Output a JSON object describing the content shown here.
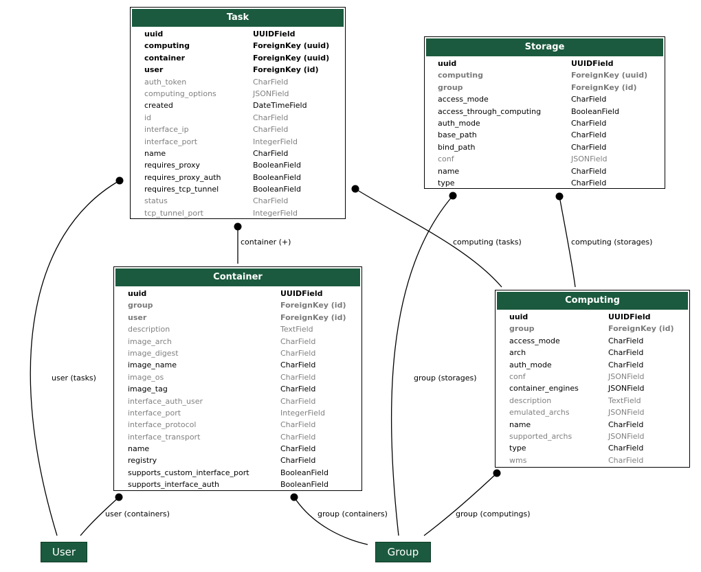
{
  "colors": {
    "header_bg": "#1b5a3e",
    "line": "#000000"
  },
  "models": {
    "task": {
      "title": "Task",
      "fields": [
        {
          "name": "uuid",
          "type": "UUIDField",
          "style": "fk-bold"
        },
        {
          "name": "computing",
          "type": "ForeignKey (uuid)",
          "style": "fk-bold"
        },
        {
          "name": "container",
          "type": "ForeignKey (uuid)",
          "style": "fk-bold"
        },
        {
          "name": "user",
          "type": "ForeignKey (id)",
          "style": "fk-bold"
        },
        {
          "name": "auth_token",
          "type": "CharField",
          "style": "grey"
        },
        {
          "name": "computing_options",
          "type": "JSONField",
          "style": "grey"
        },
        {
          "name": "created",
          "type": "DateTimeField",
          "style": "normal"
        },
        {
          "name": "id",
          "type": "CharField",
          "style": "grey"
        },
        {
          "name": "interface_ip",
          "type": "CharField",
          "style": "grey"
        },
        {
          "name": "interface_port",
          "type": "IntegerField",
          "style": "grey"
        },
        {
          "name": "name",
          "type": "CharField",
          "style": "normal"
        },
        {
          "name": "requires_proxy",
          "type": "BooleanField",
          "style": "normal"
        },
        {
          "name": "requires_proxy_auth",
          "type": "BooleanField",
          "style": "normal"
        },
        {
          "name": "requires_tcp_tunnel",
          "type": "BooleanField",
          "style": "normal"
        },
        {
          "name": "status",
          "type": "CharField",
          "style": "grey"
        },
        {
          "name": "tcp_tunnel_port",
          "type": "IntegerField",
          "style": "grey"
        }
      ]
    },
    "storage": {
      "title": "Storage",
      "fields": [
        {
          "name": "uuid",
          "type": "UUIDField",
          "style": "fk-bold"
        },
        {
          "name": "computing",
          "type": "ForeignKey (uuid)",
          "style": "bold-grey"
        },
        {
          "name": "group",
          "type": "ForeignKey (id)",
          "style": "bold-grey"
        },
        {
          "name": "access_mode",
          "type": "CharField",
          "style": "normal"
        },
        {
          "name": "access_through_computing",
          "type": "BooleanField",
          "style": "normal"
        },
        {
          "name": "auth_mode",
          "type": "CharField",
          "style": "normal"
        },
        {
          "name": "base_path",
          "type": "CharField",
          "style": "normal"
        },
        {
          "name": "bind_path",
          "type": "CharField",
          "style": "normal"
        },
        {
          "name": "conf",
          "type": "JSONField",
          "style": "grey"
        },
        {
          "name": "name",
          "type": "CharField",
          "style": "normal"
        },
        {
          "name": "type",
          "type": "CharField",
          "style": "normal"
        }
      ]
    },
    "container": {
      "title": "Container",
      "fields": [
        {
          "name": "uuid",
          "type": "UUIDField",
          "style": "fk-bold"
        },
        {
          "name": "group",
          "type": "ForeignKey (id)",
          "style": "bold-grey"
        },
        {
          "name": "user",
          "type": "ForeignKey (id)",
          "style": "bold-grey"
        },
        {
          "name": "description",
          "type": "TextField",
          "style": "grey"
        },
        {
          "name": "image_arch",
          "type": "CharField",
          "style": "grey"
        },
        {
          "name": "image_digest",
          "type": "CharField",
          "style": "grey"
        },
        {
          "name": "image_name",
          "type": "CharField",
          "style": "normal"
        },
        {
          "name": "image_os",
          "type": "CharField",
          "style": "grey"
        },
        {
          "name": "image_tag",
          "type": "CharField",
          "style": "normal"
        },
        {
          "name": "interface_auth_user",
          "type": "CharField",
          "style": "grey"
        },
        {
          "name": "interface_port",
          "type": "IntegerField",
          "style": "grey"
        },
        {
          "name": "interface_protocol",
          "type": "CharField",
          "style": "grey"
        },
        {
          "name": "interface_transport",
          "type": "CharField",
          "style": "grey"
        },
        {
          "name": "name",
          "type": "CharField",
          "style": "normal"
        },
        {
          "name": "registry",
          "type": "CharField",
          "style": "normal"
        },
        {
          "name": "supports_custom_interface_port",
          "type": "BooleanField",
          "style": "normal"
        },
        {
          "name": "supports_interface_auth",
          "type": "BooleanField",
          "style": "normal"
        }
      ]
    },
    "computing": {
      "title": "Computing",
      "fields": [
        {
          "name": "uuid",
          "type": "UUIDField",
          "style": "fk-bold"
        },
        {
          "name": "group",
          "type": "ForeignKey (id)",
          "style": "bold-grey"
        },
        {
          "name": "access_mode",
          "type": "CharField",
          "style": "normal"
        },
        {
          "name": "arch",
          "type": "CharField",
          "style": "normal"
        },
        {
          "name": "auth_mode",
          "type": "CharField",
          "style": "normal"
        },
        {
          "name": "conf",
          "type": "JSONField",
          "style": "grey"
        },
        {
          "name": "container_engines",
          "type": "JSONField",
          "style": "normal"
        },
        {
          "name": "description",
          "type": "TextField",
          "style": "grey"
        },
        {
          "name": "emulated_archs",
          "type": "JSONField",
          "style": "grey"
        },
        {
          "name": "name",
          "type": "CharField",
          "style": "normal"
        },
        {
          "name": "supported_archs",
          "type": "JSONField",
          "style": "grey"
        },
        {
          "name": "type",
          "type": "CharField",
          "style": "normal"
        },
        {
          "name": "wms",
          "type": "CharField",
          "style": "grey"
        }
      ]
    }
  },
  "nodes": {
    "user": "User",
    "group": "Group"
  },
  "edge_labels": {
    "container_plus": "container (+)",
    "computing_tasks": "computing (tasks)",
    "computing_storages": "computing (storages)",
    "user_tasks": "user (tasks)",
    "group_storages": "group (storages)",
    "user_containers": "user (containers)",
    "group_containers": "group (containers)",
    "group_computings": "group (computings)"
  }
}
